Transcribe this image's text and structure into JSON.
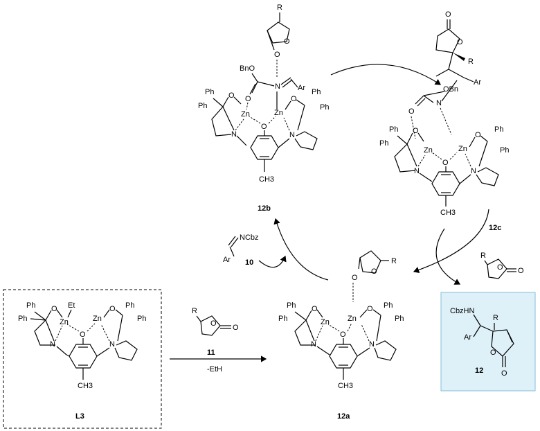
{
  "labels": {
    "Ph": "Ph",
    "O": "O",
    "Zn": "Zn",
    "N": "N",
    "Et": "Et",
    "CH3": "CH3",
    "R": "R",
    "Ar": "Ar",
    "BnO": "BnO",
    "OBn": "OBn",
    "NCbz": "NCbz",
    "CbzHN": "CbzHN"
  },
  "compounds": {
    "L3": "L3",
    "c10": "10",
    "c11": "11",
    "c12": "12",
    "c12a": "12a",
    "c12b": "12b",
    "c12c": "12c"
  },
  "conditions": {
    "byproduct": "-EtH"
  },
  "colors": {
    "product_box_fill": "#dff1f8",
    "product_box_stroke": "#7fbfd9"
  }
}
